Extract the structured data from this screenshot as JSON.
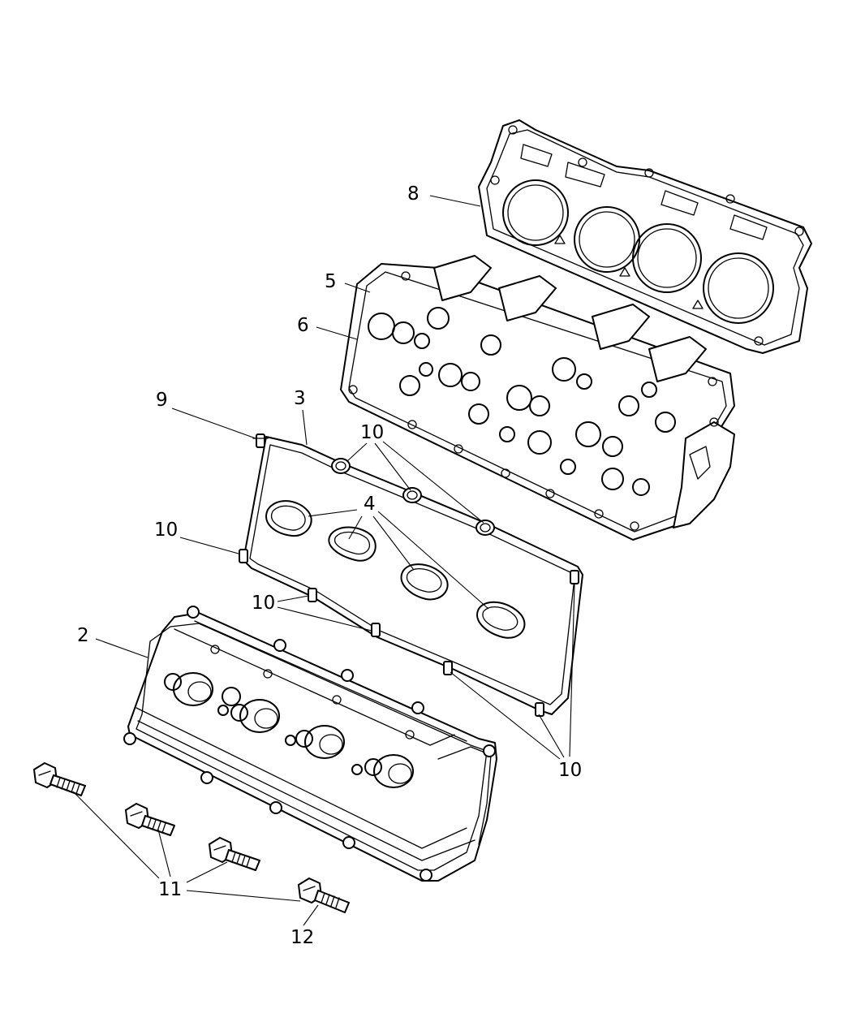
{
  "diagram": {
    "callouts": [
      {
        "id": "c8",
        "label": "8"
      },
      {
        "id": "c5",
        "label": "5"
      },
      {
        "id": "c6",
        "label": "6"
      },
      {
        "id": "c9",
        "label": "9"
      },
      {
        "id": "c3",
        "label": "3"
      },
      {
        "id": "c10a",
        "label": "10"
      },
      {
        "id": "c4",
        "label": "4"
      },
      {
        "id": "c10b",
        "label": "10"
      },
      {
        "id": "c10c",
        "label": "10"
      },
      {
        "id": "c2",
        "label": "2"
      },
      {
        "id": "c10d",
        "label": "10"
      },
      {
        "id": "c11",
        "label": "11"
      },
      {
        "id": "c12",
        "label": "12"
      }
    ]
  }
}
